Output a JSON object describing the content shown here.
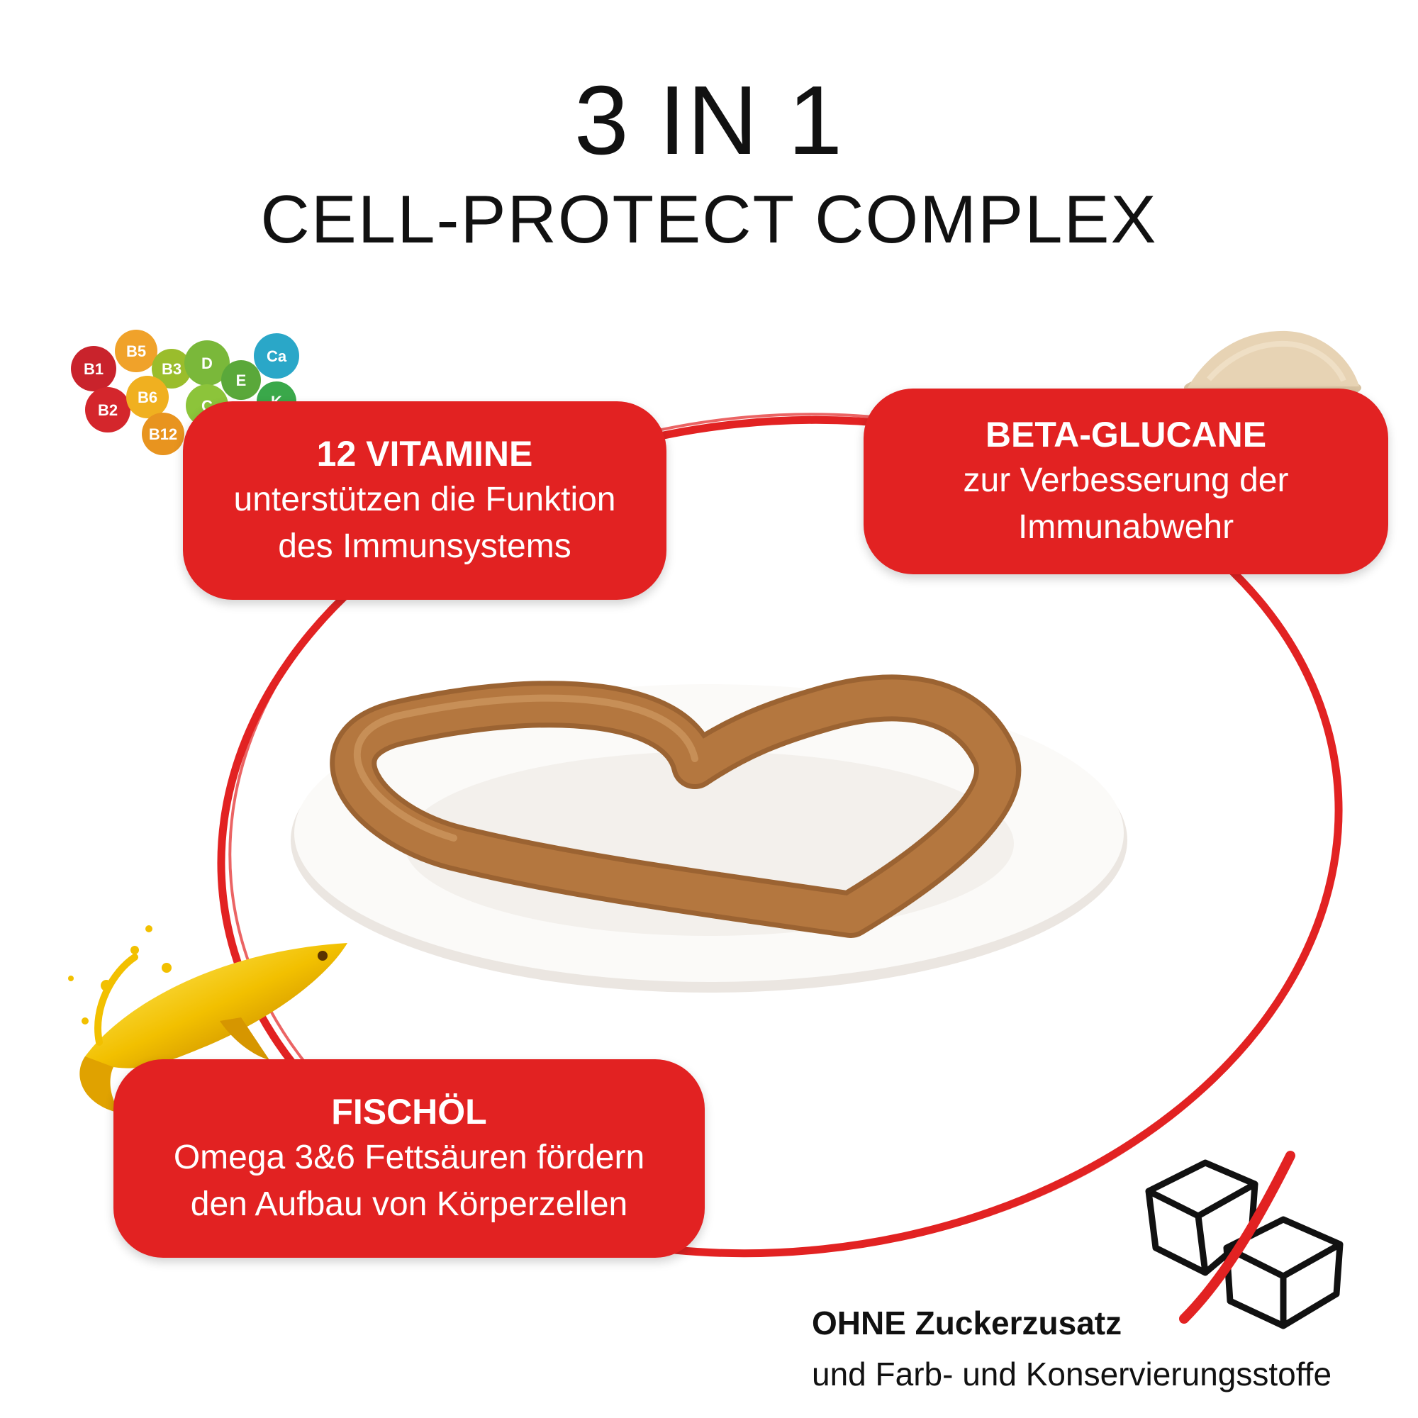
{
  "header": {
    "title": "3 IN 1",
    "subtitle": "CELL-PROTECT COMPLEX"
  },
  "features": {
    "vitamine": {
      "heading": "12 VITAMINE",
      "line1": "unterstützen die Funktion",
      "line2": "des Immunsystems"
    },
    "beta": {
      "heading": "BETA-GLUCANE",
      "line1": "zur Verbesserung der",
      "line2": "Immunabwehr"
    },
    "fisch": {
      "heading": "FISCHÖL",
      "line1": "Omega 3&6 Fettsäuren fördern",
      "line2": "den Aufbau von Körperzellen"
    }
  },
  "vitamin_balls": [
    "B1",
    "B5",
    "B3",
    "D",
    "E",
    "Ca",
    "B2",
    "B6",
    "C",
    "K",
    "B12",
    "D"
  ],
  "footer": {
    "strong": "OHNE Zuckerzusatz",
    "line2": "und Farb- und Konservierungsstoffe"
  },
  "colors": {
    "brand_red": "#e22222",
    "text_dark": "#111111",
    "heart_brown": "#b4773f"
  },
  "icons": {
    "vitamins": "vitamin-molecules-icon",
    "powder": "beta-glucan-powder-icon",
    "fish": "fish-oil-icon",
    "sugar": "crossed-sugar-cubes-icon"
  }
}
